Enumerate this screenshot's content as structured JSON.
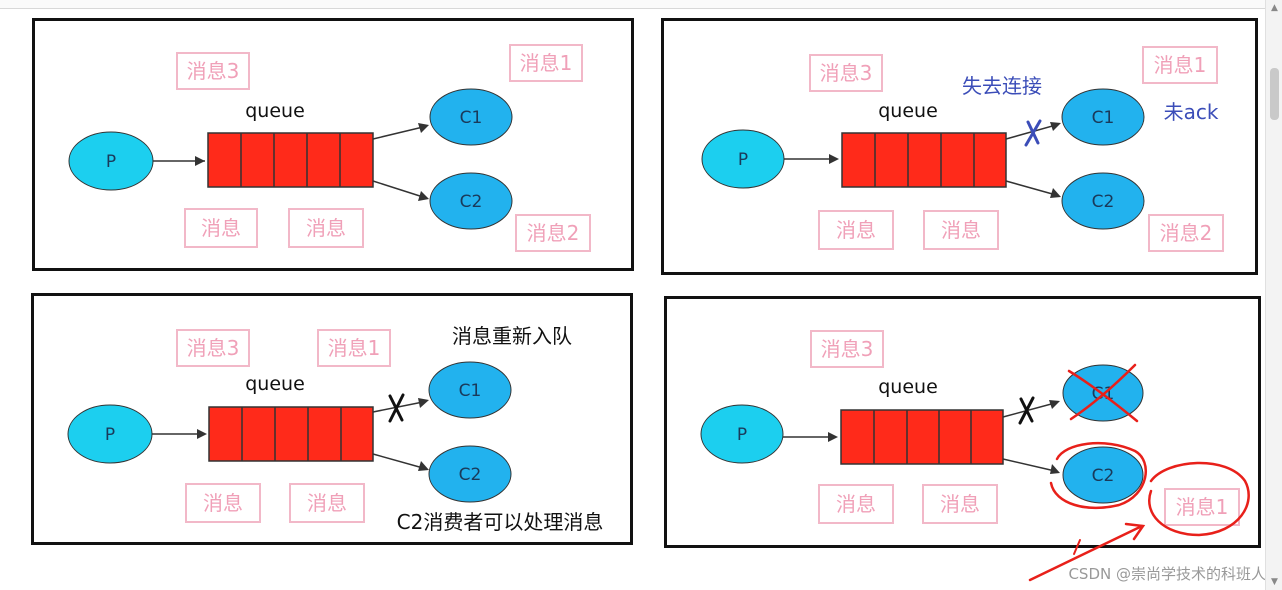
{
  "diagram": {
    "queue_label": "queue",
    "producer_label": "P",
    "consumer1_label": "C1",
    "consumer2_label": "C2",
    "panels": [
      {
        "messages": [
          "消息3",
          "消息1",
          "消息",
          "消息",
          "消息2"
        ],
        "notes": []
      },
      {
        "messages": [
          "消息3",
          "消息1",
          "消息",
          "消息",
          "消息2"
        ],
        "notes": [
          "失去连接",
          "未ack"
        ]
      },
      {
        "messages": [
          "消息3",
          "消息1",
          "消息",
          "消息"
        ],
        "notes": [
          "消息重新入队",
          "C2消费者可以处理消息"
        ]
      },
      {
        "messages": [
          "消息3",
          "消息",
          "消息",
          "消息1"
        ],
        "notes": []
      }
    ]
  },
  "watermark": "CSDN @崇尚学技术的科班人",
  "colors": {
    "queue_fill": "#ff2a1a",
    "node_fill": "#22b2ee",
    "producer_fill": "#1ccfef",
    "message_pink": "#f0a0b8",
    "annotation_red": "#e8201a",
    "annotation_blue": "#3b4db8"
  }
}
